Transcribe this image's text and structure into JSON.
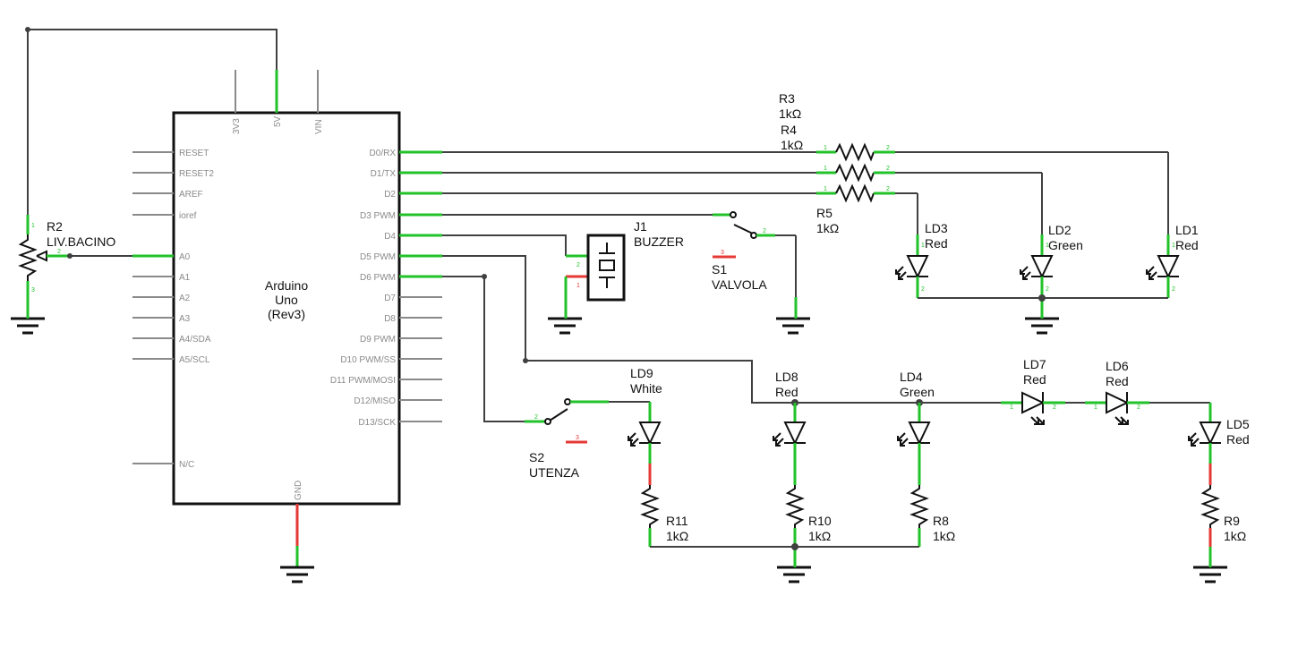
{
  "arduino": {
    "name": "Arduino",
    "model": "Uno",
    "rev": "(Rev3)",
    "top_pins": [
      "3V3",
      "5V",
      "VIN"
    ],
    "left_pins": [
      "RESET",
      "RESET2",
      "AREF",
      "ioref",
      "A0",
      "A1",
      "A2",
      "A3",
      "A4/SDA",
      "A5/SCL",
      "N/C"
    ],
    "right_pins": [
      "D0/RX",
      "D1/TX",
      "D2",
      "D3 PWM",
      "D4",
      "D5 PWM",
      "D6 PWM",
      "D7",
      "D8",
      "D9 PWM",
      "D10 PWM/SS",
      "D11 PWM/MOSI",
      "D12/MISO",
      "D13/SCK"
    ],
    "bottom_pin": "GND"
  },
  "components": {
    "R2": {
      "ref": "R2",
      "value": "LIV.BACINO"
    },
    "R3": {
      "ref": "R3",
      "value": "1kΩ"
    },
    "R4": {
      "ref": "R4",
      "value": "1kΩ"
    },
    "R5": {
      "ref": "R5",
      "value": "1kΩ"
    },
    "R8": {
      "ref": "R8",
      "value": "1kΩ"
    },
    "R9": {
      "ref": "R9",
      "value": "1kΩ"
    },
    "R10": {
      "ref": "R10",
      "value": "1kΩ"
    },
    "R11": {
      "ref": "R11",
      "value": "1kΩ"
    },
    "J1": {
      "ref": "J1",
      "value": "BUZZER"
    },
    "S1": {
      "ref": "S1",
      "value": "VALVOLA"
    },
    "S2": {
      "ref": "S2",
      "value": "UTENZA"
    },
    "LD1": {
      "ref": "LD1",
      "value": "Red"
    },
    "LD2": {
      "ref": "LD2",
      "value": "Green"
    },
    "LD3": {
      "ref": "LD3",
      "value": "Red"
    },
    "LD4": {
      "ref": "LD4",
      "value": "Green"
    },
    "LD5": {
      "ref": "LD5",
      "value": "Red"
    },
    "LD6": {
      "ref": "LD6",
      "value": "Red"
    },
    "LD7": {
      "ref": "LD7",
      "value": "Red"
    },
    "LD8": {
      "ref": "LD8",
      "value": "Red"
    },
    "LD9": {
      "ref": "LD9",
      "value": "White"
    }
  },
  "pin_numbers": {
    "one": "1",
    "two": "2",
    "three": "3"
  },
  "colors": {
    "wire": "#404040",
    "connected_pin": "#22c32a",
    "unconnected_pin": "#e53935",
    "outline": "#111111"
  }
}
